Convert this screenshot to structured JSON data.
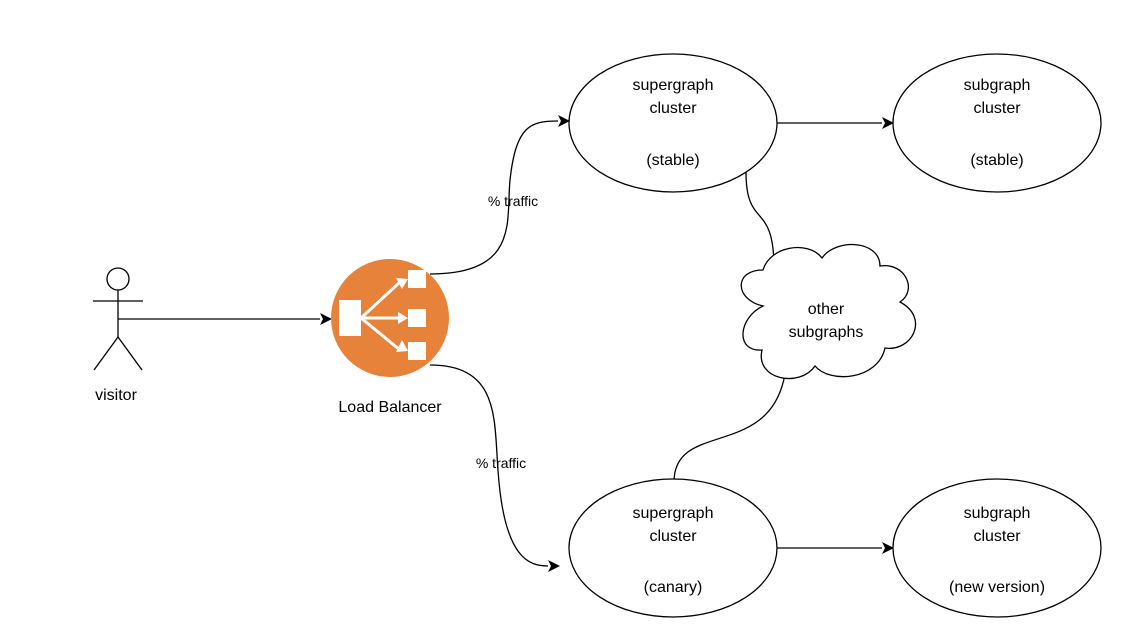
{
  "colors": {
    "load_balancer": "#E7823A",
    "load_balancer_glyph": "#ffffff",
    "stroke": "#000000"
  },
  "nodes": {
    "visitor": {
      "label": "visitor",
      "icon": "actor-icon"
    },
    "load_balancer": {
      "label": "Load Balancer",
      "icon": "load-balancer-icon"
    },
    "supergraph_stable": {
      "line1": "supergraph",
      "line2": "cluster",
      "line3": "(stable)"
    },
    "subgraph_stable": {
      "line1": "subgraph",
      "line2": "cluster",
      "line3": "(stable)"
    },
    "other_subgraphs": {
      "line1": "other",
      "line2": "subgraphs"
    },
    "supergraph_canary": {
      "line1": "supergraph",
      "line2": "cluster",
      "line3": "(canary)"
    },
    "subgraph_new": {
      "line1": "subgraph",
      "line2": "cluster",
      "line3": "(new version)"
    }
  },
  "edges": {
    "lb_to_stable": {
      "label": "% traffic"
    },
    "lb_to_canary": {
      "label": "% traffic"
    }
  }
}
